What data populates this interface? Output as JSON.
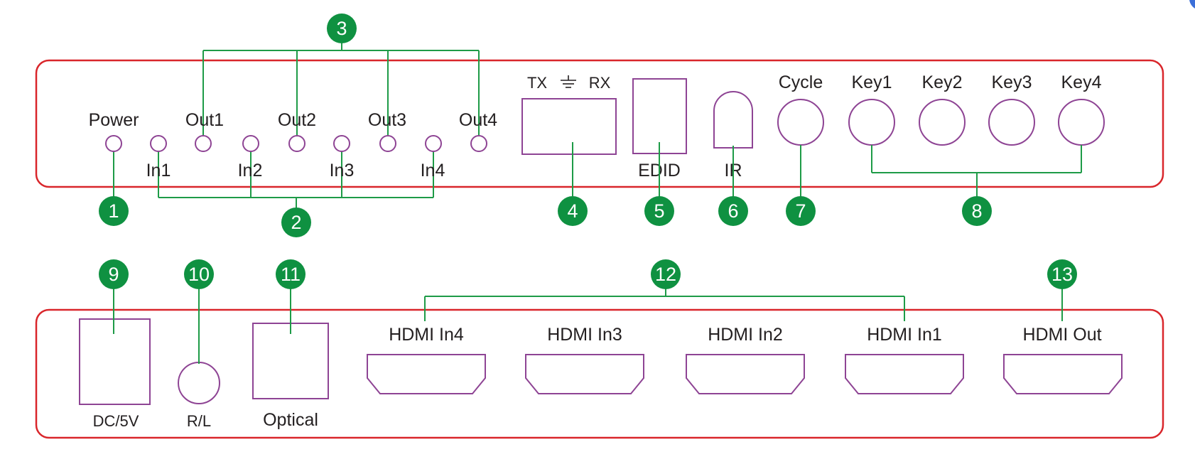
{
  "front_panel": {
    "leds_top_labels": [
      "Power",
      "Out1",
      "Out2",
      "Out3",
      "Out4"
    ],
    "leds_bottom_labels": [
      "In1",
      "In2",
      "In3",
      "In4"
    ],
    "rs232": {
      "tx": "TX",
      "rx": "RX"
    },
    "edid": "EDID",
    "ir": "IR",
    "buttons": [
      "Cycle",
      "Key1",
      "Key2",
      "Key3",
      "Key4"
    ]
  },
  "rear_panel": {
    "power": "DC/5V",
    "audio": "R/L",
    "optical": "Optical",
    "hdmi_inputs": [
      "HDMI In4",
      "HDMI In3",
      "HDMI In2",
      "HDMI In1"
    ],
    "hdmi_output": "HDMI Out"
  },
  "callouts": [
    "1",
    "2",
    "3",
    "4",
    "5",
    "6",
    "7",
    "8",
    "9",
    "10",
    "11",
    "12",
    "13"
  ],
  "colors": {
    "panel_border": "#d9262b",
    "port_outline": "#8e4494",
    "callout": "#0f9141",
    "leader_line": "#1e9b47"
  }
}
